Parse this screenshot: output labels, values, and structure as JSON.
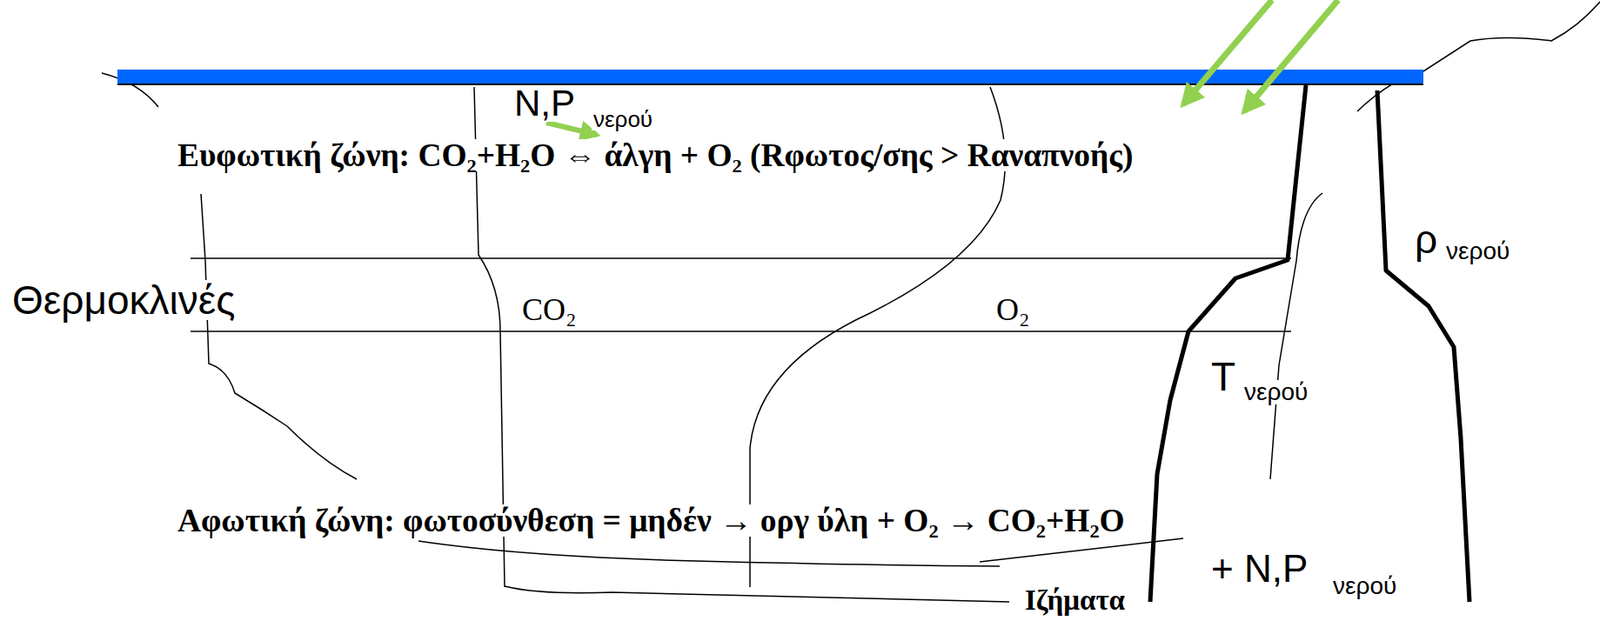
{
  "diagram": {
    "labels": [
      "N,P",
      "νερού",
      "Ευφωτική ζώνη: CO₂+H₂O ⇔ άλγη + O₂ (Rφωτος/σης > Rαναπνοής)",
      "ρ",
      "νερού",
      "Θερμοκλινές",
      "CO₂",
      "O₂",
      "T",
      "νερού",
      "Αφωτική ζώνη: φωτοσύνθεση = μηδέν → οργ ύλη + O₂ → CO₂+H₂O",
      "+ N,P",
      "νερού",
      "Ιζήματα"
    ]
  }
}
